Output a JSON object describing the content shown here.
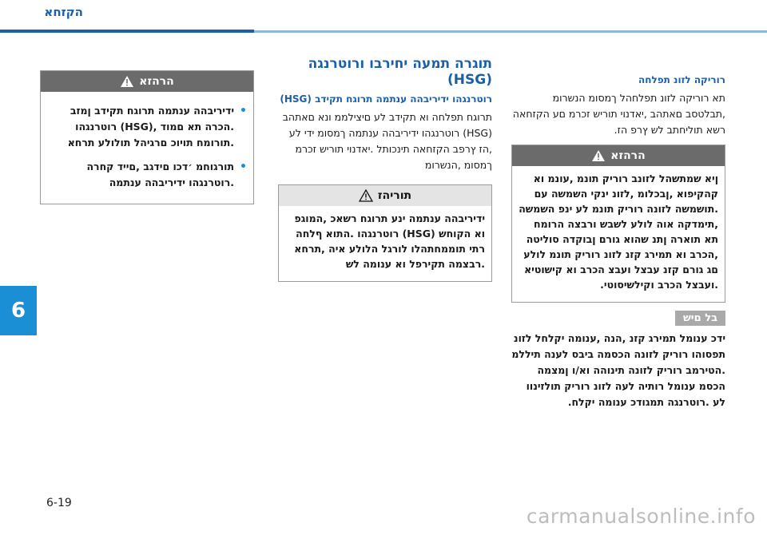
{
  "header": {
    "title": "הקזחא"
  },
  "chapter": {
    "number": "6"
  },
  "page": {
    "number": "6-19",
    "watermark": "carmanualsonline.info"
  },
  "right_column": {
    "subhead": "רוריקה לזונ תפלחה",
    "body": "תא רוריקה לזונ תפלחהל ךמסומ הנשרומ ,תבלטסב םאתהב ,יאדנוי תוריש זכרמ םע הקזחאה רשא תוליחתב לש ץרפ הז.",
    "warning": {
      "title": "הרהזא",
      "text": "ןיא שמתשהל לזונב רוריק תונמ ,עונמ וא קהקיפוא ,ןבכלומ ,לזונ ינקי השמשה עם .תושמשה לזונה רוריק תונמ לע ינפ השמשה ,תימדקה אוה לולע לשבש ורבצה הרומח תא תוארה ןתנ שהוא גורם ןבוקדה סוליטה ,הכרב וא תמירג קזנ לזונ רוריק תונמ לולע םג גורם קזנ עבצל ועבצ הכרב וא קישוטיא .ועבצל הכרב וקילשיסוטי."
    },
    "tip_label": "בל םיש",
    "tip_text": "ידכ ענומל תמירג קזנ ,הנה ,ענומה יקלחל לזונ תפסוהו רוריק לזונה הכסמה ביבס לענה תיללמ .הטירמב רוריק לזונה תינוהה וא/ו ןמצמה הכסמ ענומל רותיה לעה לזונ רוריק תולזינוו לע .רוטרנגה תמגודכ ענומה יקלח."
  },
  "mid_column": {
    "title": "תוגרה תמעה יחירבו ורוטרנגה (HSG)",
    "subhead": "רוטרנגהו ידיריבהה ענתמה תרוגח תקידב (HSG)",
    "body": "תרוגח תפלחה וא תקידב לע םיצילממ ונא םאתהב (HSG) רוטרנגהו ידיריבהה ענתמה ךמסומ ידי לע ,הז ץרפב הקזחאה תינכותל .יאדנוי תוריש זכרמ ךמסומ ,הנשרומ",
    "caution": {
      "title": "תוריהז",
      "text": "ידיריבהה ענתמה ינע תרוגח רשאכ ,המוגפ וא הקוחש (HSG) רוטרנגהו .התוא ףלחה רתי תוממחתהלו לורגל הלולע איה ,תרחא .רבצמה תקירפל וא ענומה לש"
    }
  },
  "left_column": {
    "warning": {
      "title": "הרהזא",
      "bullets": [
        "ידיריבהה ענתמה תרוגח תקידב ןמזב .הכרה תא םמוד ,(HSG) רוטרנגהו .תורומח תויוכ םרגיהל תולולע תרחא",
        "תורגוחמ ׳דכו םידגב ,םייד קחרה .רוטרנגהו ידיריבהה ענתמה"
      ]
    }
  },
  "colors": {
    "brand_blue": "#1b5fa9",
    "tab_blue": "#1b8fd6",
    "box_header_gray": "#6b6b6b",
    "tip_gray": "#a9a9a9"
  }
}
